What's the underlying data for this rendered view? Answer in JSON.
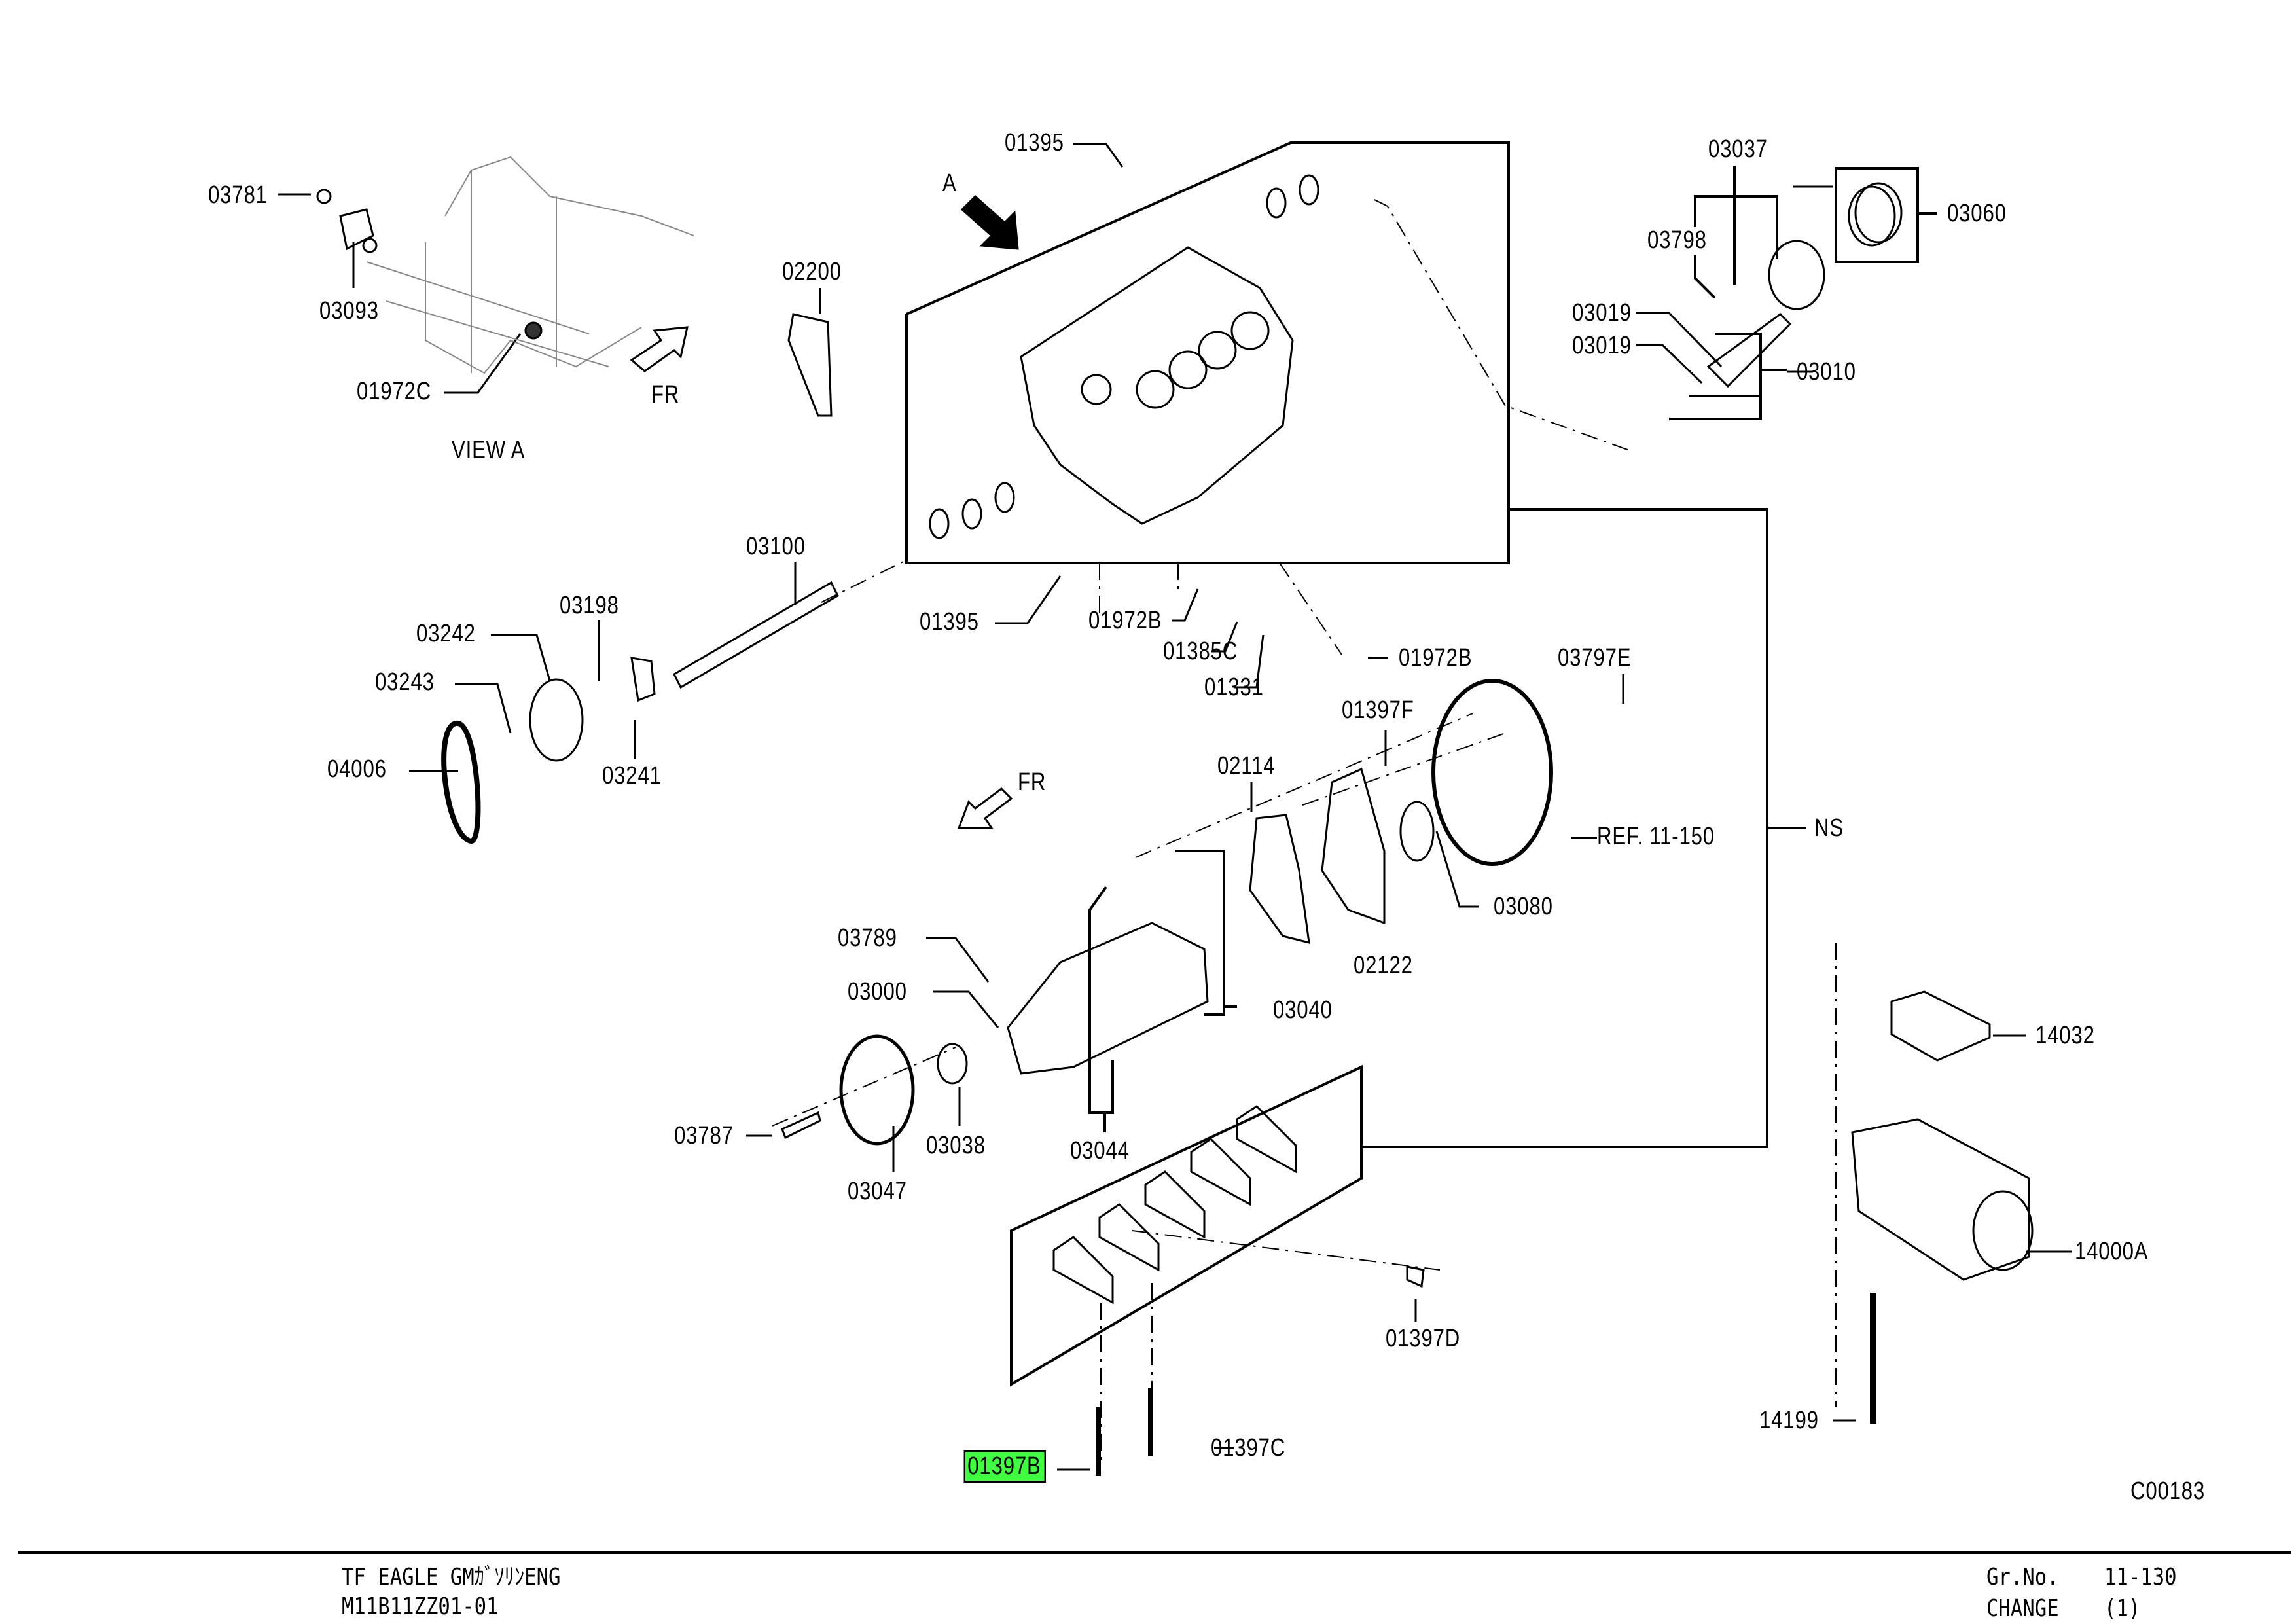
{
  "document": {
    "type": "parts-catalog-exploded-view",
    "view_label": "VIEW A",
    "drawing_code": "C00183",
    "highlight_color": "#40ff40"
  },
  "annotations": {
    "fr_top": "FR",
    "fr_mid": "FR",
    "view_arrow": "A",
    "ref": "REF. 11-150",
    "ns": "NS"
  },
  "parts": {
    "p03781": "03781",
    "p03093": "03093",
    "p01972C": "01972C",
    "p02200": "02200",
    "p01395_top": "01395",
    "p03037": "03037",
    "p03798": "03798",
    "p03060": "03060",
    "p03019_a": "03019",
    "p03019_b": "03019",
    "p03010": "03010",
    "p03100": "03100",
    "p03198": "03198",
    "p03242": "03242",
    "p03243": "03243",
    "p04006": "04006",
    "p03241": "03241",
    "p01395_low": "01395",
    "p01972B_a": "01972B",
    "p01385C": "01385C",
    "p01331": "01331",
    "p01972B_b": "01972B",
    "p03797E": "03797E",
    "p01397F": "01397F",
    "p02114": "02114",
    "p03080": "03080",
    "p03789": "03789",
    "p03000": "03000",
    "p03040": "03040",
    "p02122": "02122",
    "p03787": "03787",
    "p03038": "03038",
    "p03044": "03044",
    "p03047": "03047",
    "p14032": "14032",
    "p14000A": "14000A",
    "p14199": "14199",
    "p01397D": "01397D",
    "p01397C": "01397C",
    "p01397B": "01397B"
  },
  "selected_part": "01397B",
  "footer": {
    "title_line1": "TF EAGLE GMｶﾞｿﾘﾝENG",
    "title_line2": "M11B11ZZ01-01",
    "group_label": "Gr.No.",
    "group_value": "11-130",
    "change_label": "CHANGE",
    "change_value": "(1)"
  }
}
